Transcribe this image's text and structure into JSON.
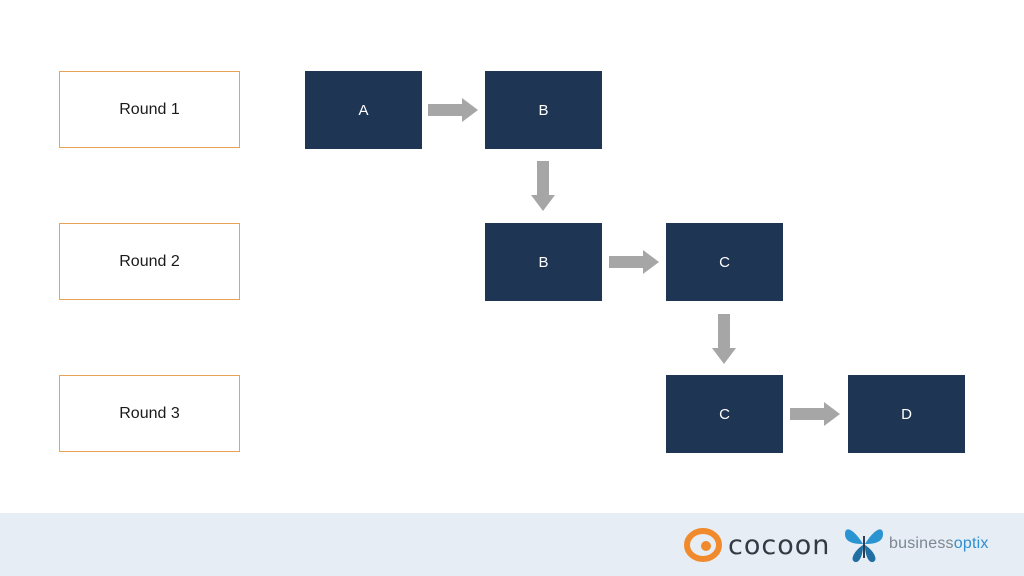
{
  "rounds": [
    {
      "label": "Round 1"
    },
    {
      "label": "Round 2"
    },
    {
      "label": "Round 3"
    }
  ],
  "nodes": [
    {
      "label": "A"
    },
    {
      "label": "B"
    },
    {
      "label": "B"
    },
    {
      "label": "C"
    },
    {
      "label": "C"
    },
    {
      "label": "D"
    }
  ],
  "colors": {
    "node_fill": "#1f3554",
    "round_border": "#e8a25a",
    "arrow": "#a6a6a6",
    "footer": "#e6edf4"
  },
  "footer": {
    "cocoon_logo_text": "cocoon",
    "bo_text_part1": "business",
    "bo_text_part2": "optix"
  }
}
